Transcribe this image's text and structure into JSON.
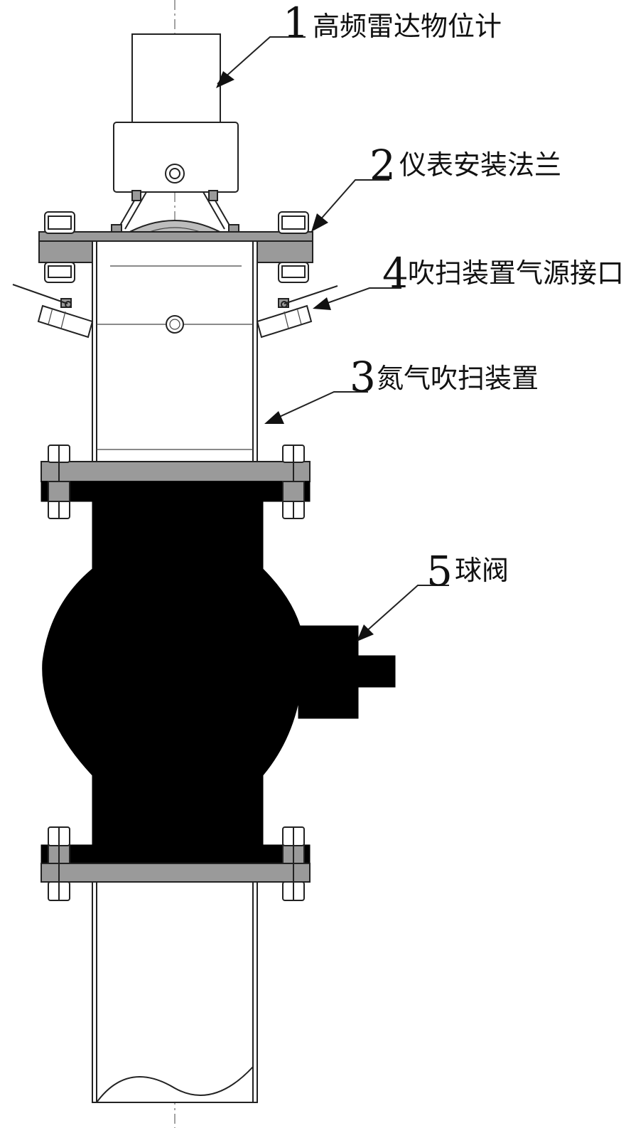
{
  "callouts": [
    {
      "number": "1",
      "label": "高频雷达物位计"
    },
    {
      "number": "2",
      "label": "仪表安装法兰"
    },
    {
      "number": "4",
      "label": "吹扫装置气源接口"
    },
    {
      "number": "3",
      "label": "氮气吹扫装置"
    },
    {
      "number": "5",
      "label": "球阀"
    }
  ]
}
